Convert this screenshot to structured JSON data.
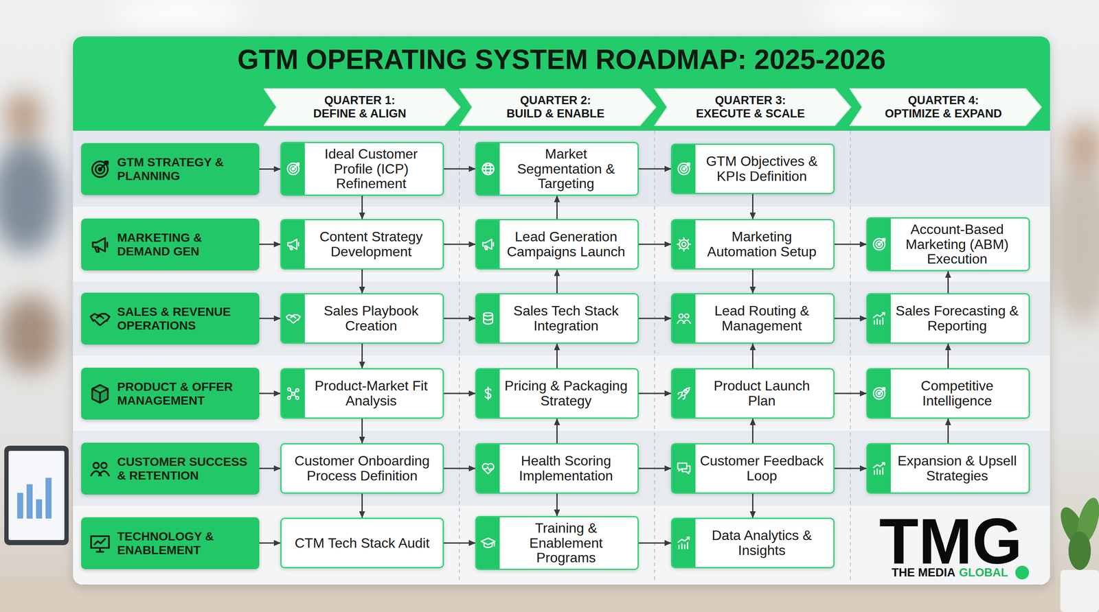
{
  "diagram": {
    "title": "GTM OPERATING SYSTEM ROADMAP: 2025-2026",
    "nodes": [
      {
        "text": [
          "QUARTER 1:",
          "DEFINE & ALIGN"
        ]
      },
      {
        "text": [
          "QUARTER 2:",
          "BUILD & ENABLE"
        ]
      },
      {
        "text": [
          "QUARTER 3:",
          "EXECUTE & SCALE"
        ]
      },
      {
        "text": [
          "QUARTER 4:",
          "OPTIMIZE & EXPAND"
        ]
      },
      {
        "text": [
          "GTM STRATEGY & PLANNING"
        ]
      },
      {
        "text": [
          "Ideal Customer Profile (ICP) Refinement"
        ]
      },
      {
        "text": [
          "Market Segmentation & Targeting"
        ]
      },
      {
        "text": [
          "GTM Objectives & KPIs Definition"
        ]
      },
      {
        "text": [
          "MARKETING & DEMAND GEN"
        ]
      },
      {
        "text": [
          "Content Strategy Development"
        ]
      },
      {
        "text": [
          "Lead Generation Campaigns Launch"
        ]
      },
      {
        "text": [
          "Marketing Automation Setup"
        ]
      },
      {
        "text": [
          "Account-Based Marketing (ABM) Execution"
        ]
      },
      {
        "text": [
          "SALES & REVENUE OPERATIONS"
        ]
      },
      {
        "text": [
          "Sales Playbook Creation"
        ]
      },
      {
        "text": [
          "Sales Tech Stack Integration"
        ]
      },
      {
        "text": [
          "Lead Routing & Management"
        ]
      },
      {
        "text": [
          "Sales Forecasting & Reporting"
        ]
      },
      {
        "text": [
          "PRODUCT & OFFER MANAGEMENT"
        ]
      },
      {
        "text": [
          "Product-Market Fit Analysis"
        ]
      },
      {
        "text": [
          "Pricing & Packaging Strategy"
        ]
      },
      {
        "text": [
          "Product Launch Plan"
        ]
      },
      {
        "text": [
          "Competitive Intelligence"
        ]
      },
      {
        "text": [
          "CUSTOMER SUCCESS & RETENTION"
        ]
      },
      {
        "text": [
          "Customer Onboarding Process Definition"
        ]
      },
      {
        "text": [
          "Health Scoring Implementation"
        ]
      },
      {
        "text": [
          "Customer Feedback Loop"
        ]
      },
      {
        "text": [
          "Expansion & Upsell Strategies"
        ]
      },
      {
        "text": [
          "TECHNOLOGY & ENABLEMENT"
        ]
      },
      {
        "text": [
          "CTM Tech Stack Audit"
        ]
      },
      {
        "text": [
          "Training & Enablement Programs"
        ]
      },
      {
        "text": [
          "Data Analytics & Insights"
        ]
      }
    ],
    "edges": [
      {
        "from": 4,
        "to": 5,
        "arrow": "to"
      },
      {
        "from": 5,
        "to": 6,
        "arrow": "to"
      },
      {
        "from": 6,
        "to": 7,
        "arrow": "to"
      },
      {
        "from": 8,
        "to": 9,
        "arrow": "to"
      },
      {
        "from": 9,
        "to": 10,
        "arrow": "to"
      },
      {
        "from": 10,
        "to": 11,
        "arrow": "to"
      },
      {
        "from": 11,
        "to": 12,
        "arrow": "to"
      },
      {
        "from": 13,
        "to": 14,
        "arrow": "to"
      },
      {
        "from": 14,
        "to": 15,
        "arrow": "to"
      },
      {
        "from": 15,
        "to": 16,
        "arrow": "to"
      },
      {
        "from": 16,
        "to": 17,
        "arrow": "to"
      },
      {
        "from": 18,
        "to": 19,
        "arrow": "to"
      },
      {
        "from": 19,
        "to": 20,
        "arrow": "to"
      },
      {
        "from": 20,
        "to": 21,
        "arrow": "to"
      },
      {
        "from": 21,
        "to": 22,
        "arrow": "to"
      },
      {
        "from": 23,
        "to": 24,
        "arrow": "to"
      },
      {
        "from": 24,
        "to": 25,
        "arrow": "to"
      },
      {
        "from": 25,
        "to": 26,
        "arrow": "to"
      },
      {
        "from": 26,
        "to": 27,
        "arrow": "to"
      },
      {
        "from": 28,
        "to": 29,
        "arrow": "to"
      },
      {
        "from": 29,
        "to": 30,
        "arrow": "to"
      },
      {
        "from": 30,
        "to": 31,
        "arrow": "to"
      },
      {
        "from": 5,
        "to": 9,
        "arrow": "to"
      },
      {
        "from": 9,
        "to": 14,
        "arrow": "to"
      },
      {
        "from": 14,
        "to": 19,
        "arrow": "to"
      },
      {
        "from": 19,
        "to": 24,
        "arrow": "to"
      },
      {
        "from": 24,
        "to": 29,
        "arrow": "to"
      },
      {
        "from": 10,
        "to": 6,
        "arrow": "to"
      },
      {
        "from": 15,
        "to": 10,
        "arrow": "to"
      },
      {
        "from": 20,
        "to": 15,
        "arrow": "to"
      },
      {
        "from": 25,
        "to": 20,
        "arrow": "to"
      },
      {
        "from": 25,
        "to": 30,
        "arrow": "to"
      },
      {
        "from": 7,
        "to": 11,
        "arrow": "to"
      },
      {
        "from": 11,
        "to": 16,
        "arrow": "to"
      },
      {
        "from": 21,
        "to": 16,
        "arrow": "to"
      },
      {
        "from": 26,
        "to": 21,
        "arrow": "to"
      },
      {
        "from": 26,
        "to": 31,
        "arrow": "to"
      },
      {
        "from": 17,
        "to": 12,
        "arrow": "to"
      },
      {
        "from": 22,
        "to": 17,
        "arrow": "to"
      },
      {
        "from": 27,
        "to": 22,
        "arrow": "to"
      }
    ],
    "labels": [
      "TMG",
      "THE MEDIA",
      "GLOBAL"
    ]
  }
}
